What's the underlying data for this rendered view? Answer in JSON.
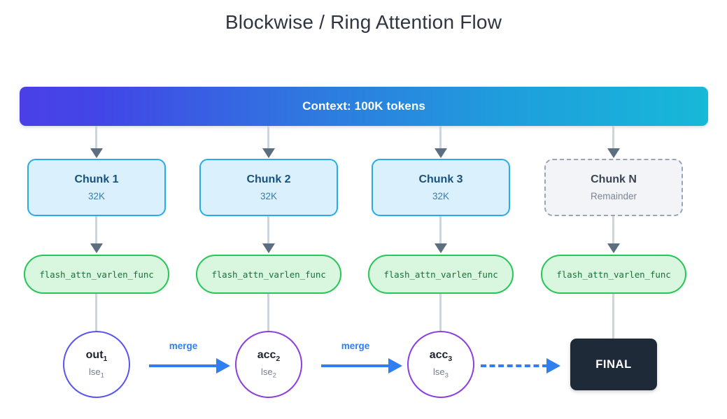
{
  "title": "Blockwise / Ring Attention Flow",
  "context": {
    "label": "Context: 100K tokens",
    "gradient_from": "#4a40e8",
    "gradient_to": "#17b8d8"
  },
  "chunks": [
    {
      "title": "Chunk 1",
      "sub": "32K",
      "style": "solid"
    },
    {
      "title": "Chunk 2",
      "sub": "32K",
      "style": "solid"
    },
    {
      "title": "Chunk 3",
      "sub": "32K",
      "style": "solid"
    },
    {
      "title": "Chunk N",
      "sub": "Remainder",
      "style": "dashed"
    }
  ],
  "kernels": [
    {
      "label": "flash_attn_varlen_func"
    },
    {
      "label": "flash_attn_varlen_func"
    },
    {
      "label": "flash_attn_varlen_func"
    },
    {
      "label": "flash_attn_varlen_func"
    }
  ],
  "accumulators": [
    {
      "main": "out",
      "main_sub": "1",
      "lse": "lse",
      "lse_sub": "1",
      "color": "#5856ef"
    },
    {
      "main": "acc",
      "main_sub": "2",
      "lse": "lse",
      "lse_sub": "2",
      "color": "#8b3fe0"
    },
    {
      "main": "acc",
      "main_sub": "3",
      "lse": "lse",
      "lse_sub": "3",
      "color": "#8b3fe0"
    }
  ],
  "merges": [
    {
      "label": "merge",
      "style": "solid"
    },
    {
      "label": "merge",
      "style": "solid"
    },
    {
      "label": "",
      "style": "dashed"
    }
  ],
  "final": {
    "label": "FINAL",
    "color": "#1e2a38"
  },
  "colors": {
    "chunk_border": "#29abe8",
    "chunk_fill": "#dbf0fd",
    "kernel_border": "#28c558",
    "kernel_fill": "#d8f7de",
    "arrow_blue": "#2f7ff0",
    "connector_gray": "#ccd5de",
    "arrowhead_gray": "#5c6e80"
  }
}
